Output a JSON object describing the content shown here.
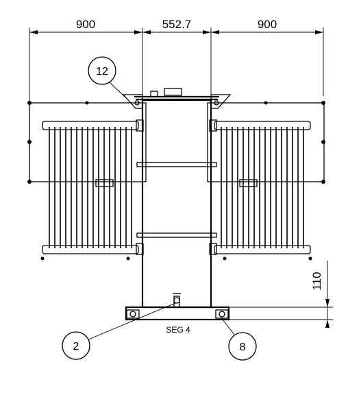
{
  "dimensions": {
    "left_width": "900",
    "center_width": "552.7",
    "right_width": "900",
    "height": "110"
  },
  "callouts": {
    "c12": "12",
    "c2": "2",
    "c8": "8"
  },
  "segment_label": "SEG 4",
  "colors": {
    "line": "#000000",
    "background": "#ffffff"
  }
}
